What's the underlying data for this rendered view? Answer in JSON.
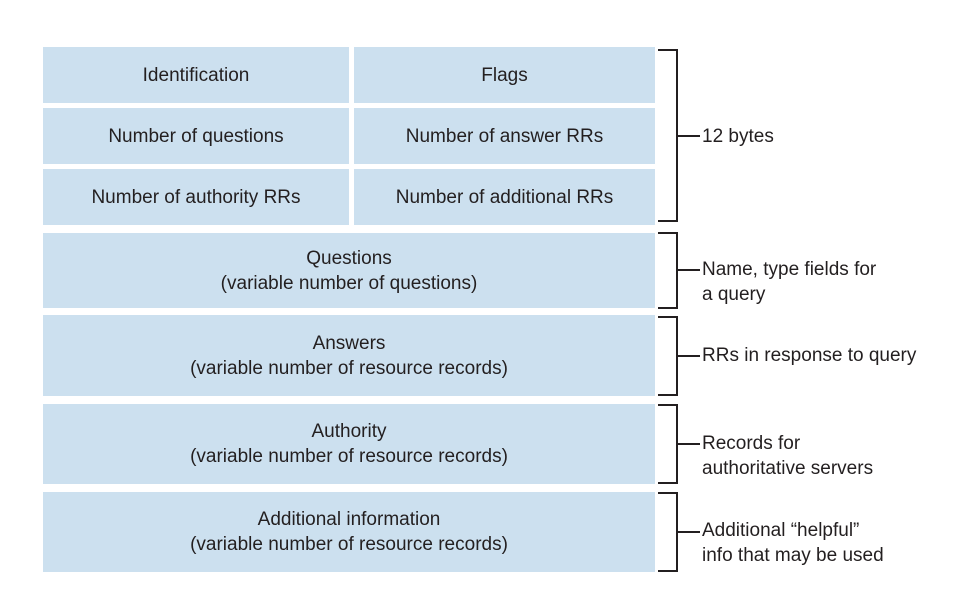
{
  "colors": {
    "box_fill": "#cce0ef",
    "line": "#231f20",
    "background": "#ffffff"
  },
  "header_rows": [
    {
      "cells": [
        {
          "label": "Identification"
        },
        {
          "label": "Flags"
        }
      ]
    },
    {
      "cells": [
        {
          "label": "Number of questions"
        },
        {
          "label": "Number of answer RRs"
        }
      ]
    },
    {
      "cells": [
        {
          "label": "Number of authority RRs"
        },
        {
          "label": "Number of additional RRs"
        }
      ]
    }
  ],
  "sections": [
    {
      "title": "Questions",
      "subtitle": "(variable number of questions)"
    },
    {
      "title": "Answers",
      "subtitle": "(variable number of resource records)"
    },
    {
      "title": "Authority",
      "subtitle": "(variable number of resource records)"
    },
    {
      "title": "Additional information",
      "subtitle": "(variable number of resource records)"
    }
  ],
  "annotations": [
    {
      "lines": [
        "12 bytes"
      ]
    },
    {
      "lines": [
        "Name, type fields for",
        "a query"
      ]
    },
    {
      "lines": [
        "RRs in response to query"
      ]
    },
    {
      "lines": [
        "Records for",
        "authoritative servers"
      ]
    },
    {
      "lines": [
        "Additional “helpful”",
        "info that may be used"
      ]
    }
  ]
}
